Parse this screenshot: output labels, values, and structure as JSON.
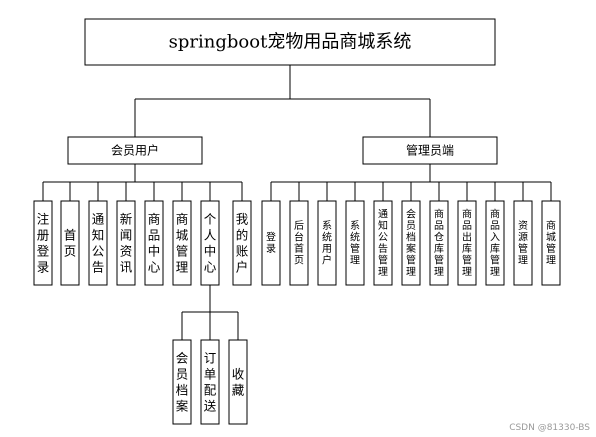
{
  "diagram": {
    "root": "springboot宠物用品商城系统",
    "member": {
      "title": "会员用户",
      "children": [
        "注册登录",
        "首页",
        "通知公告",
        "新闻资讯",
        "商品中心",
        "商城管理",
        "个人中心",
        "我的账户"
      ],
      "personal_center_children": [
        "会员档案",
        "订单配送",
        "收藏"
      ]
    },
    "admin": {
      "title": "管理员端",
      "children": [
        "登录",
        "后台首页",
        "系统用户",
        "系统管理",
        "通知公告管理",
        "会员档案管理",
        "商品仓库管理",
        "商品出库管理",
        "商品入库管理",
        "资源管理",
        "商城管理"
      ]
    }
  },
  "watermark": "CSDN @81330-BS"
}
